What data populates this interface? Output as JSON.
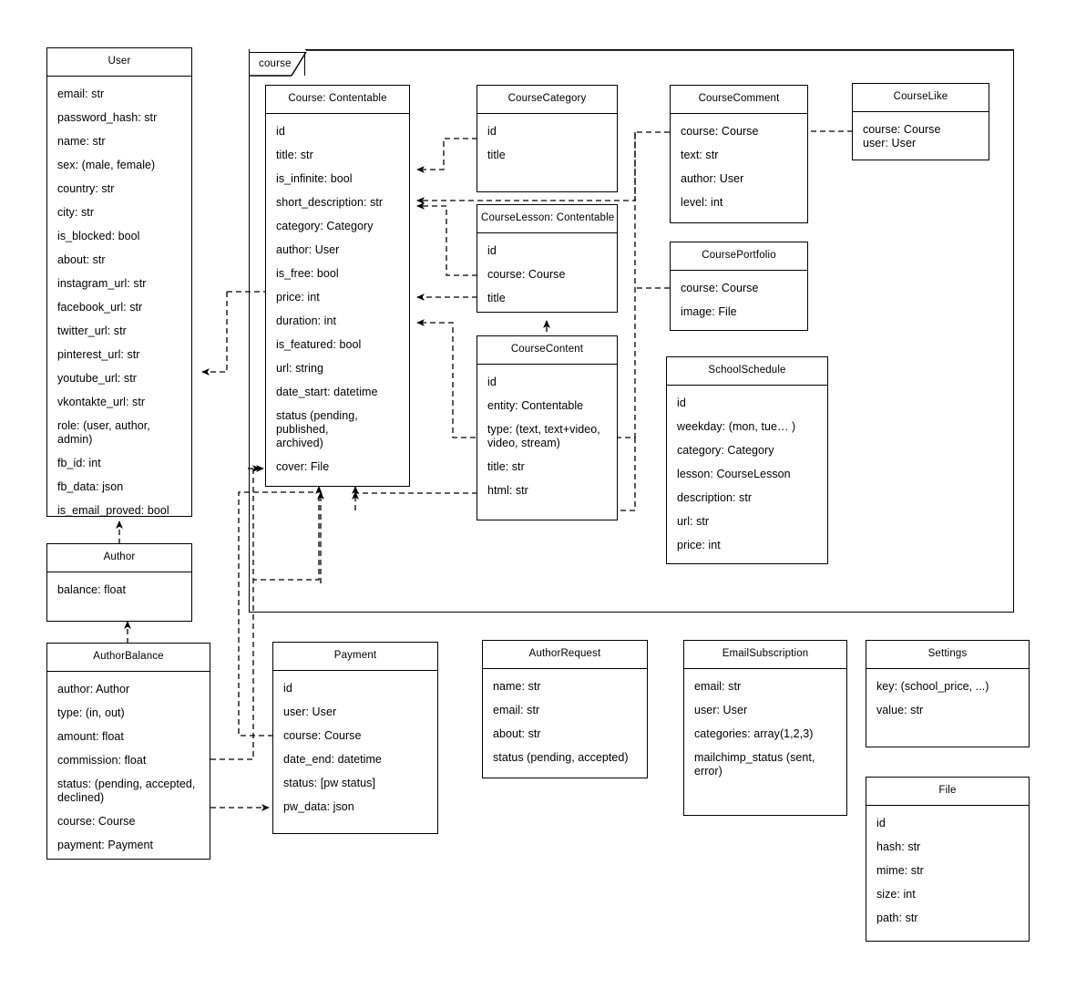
{
  "diagram": {
    "type": "uml-class-diagram",
    "package": {
      "label": "course"
    }
  },
  "classes": [
    {
      "id": "user",
      "name": "User",
      "attributes": [
        "email: str",
        "password_hash: str",
        "name: str",
        "sex: (male, female)",
        "country: str",
        "city: str",
        "is_blocked: bool",
        "about: str",
        "instagram_url: str",
        "facebook_url: str",
        "twitter_url: str",
        "pinterest_url: str",
        "youtube_url: str",
        "vkontakte_url: str",
        "role: (user, author, admin)",
        "fb_id: int",
        "fb_data: json",
        "is_email_proved: bool"
      ]
    },
    {
      "id": "author",
      "name": "Author",
      "attributes": [
        "balance: float"
      ]
    },
    {
      "id": "author_balance",
      "name": "AuthorBalance",
      "attributes": [
        "author: Author",
        "type: (in, out)",
        "amount: float",
        "commission: float",
        "status: (pending, accepted,\ndeclined)",
        "course: Course",
        "payment: Payment"
      ]
    },
    {
      "id": "course",
      "name": "Course: Contentable",
      "attributes": [
        "id",
        "title: str",
        "is_infinite: bool",
        "short_description: str",
        "category: Category",
        "author: User",
        "is_free: bool",
        "price: int",
        "duration: int",
        "is_featured: bool",
        "url: string",
        "date_start: datetime",
        "status (pending, published,\narchived)",
        "cover: File"
      ]
    },
    {
      "id": "course_category",
      "name": "CourseCategory",
      "attributes": [
        "id",
        "title"
      ]
    },
    {
      "id": "course_lesson",
      "name": "CourseLesson: Contentable",
      "attributes": [
        "id",
        "course: Course",
        "title"
      ]
    },
    {
      "id": "course_content",
      "name": "CourseContent",
      "attributes": [
        "id",
        "entity: Contentable",
        "type: (text, text+video,\nvideo, stream)",
        "title: str",
        "html: str"
      ]
    },
    {
      "id": "course_comment",
      "name": "CourseComment",
      "attributes": [
        "course: Course",
        "text: str",
        "author: User",
        "level: int"
      ]
    },
    {
      "id": "course_portfolio",
      "name": "CoursePortfolio",
      "attributes": [
        "course: Course",
        "image: File"
      ]
    },
    {
      "id": "school_schedule",
      "name": "SchoolSchedule",
      "attributes": [
        "id",
        "weekday: (mon, tue… )",
        "category: Category",
        "lesson: CourseLesson",
        "description: str",
        "url: str",
        "price: int"
      ]
    },
    {
      "id": "course_like",
      "name": "CourseLike",
      "attributes": [
        "course: Course",
        "user: User"
      ]
    },
    {
      "id": "payment",
      "name": "Payment",
      "attributes": [
        "id",
        "user: User",
        "course: Course",
        "date_end: datetime",
        "status: [pw status]",
        "pw_data: json"
      ]
    },
    {
      "id": "author_request",
      "name": "AuthorRequest",
      "attributes": [
        "name: str",
        "email: str",
        "about: str",
        "status (pending, accepted)"
      ]
    },
    {
      "id": "email_subscription",
      "name": "EmailSubscription",
      "attributes": [
        "email: str",
        "user: User",
        "categories: array(1,2,3)",
        "mailchimp_status (sent, error)"
      ]
    },
    {
      "id": "settings",
      "name": "Settings",
      "attributes": [
        "key: (school_price, ...)",
        "value: str"
      ]
    },
    {
      "id": "file",
      "name": "File",
      "attributes": [
        "id",
        "hash: str",
        "mime: str",
        "size: int",
        "path: str"
      ]
    }
  ],
  "style": {
    "line_color": "#000000",
    "box_fill": "#ffffff",
    "background": "#ffffff"
  }
}
